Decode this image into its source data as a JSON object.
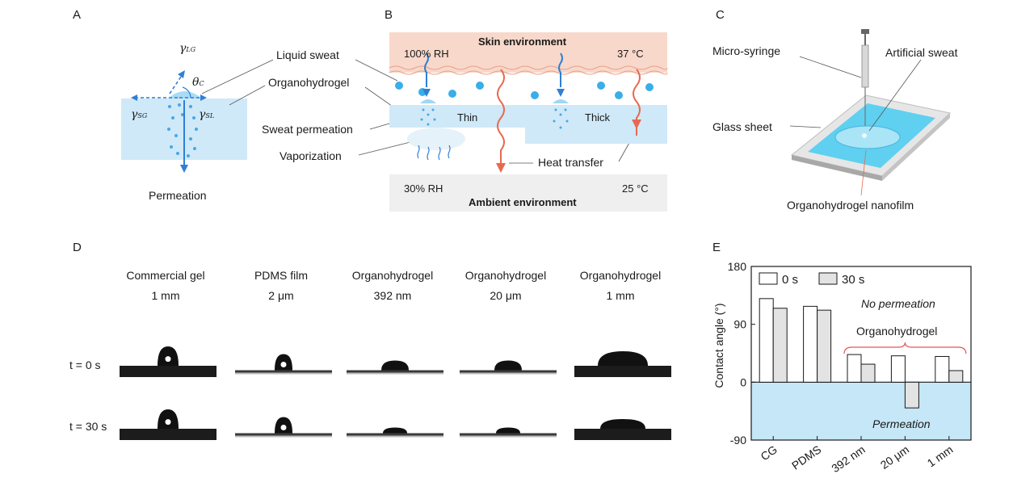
{
  "panels": {
    "A": "A",
    "B": "B",
    "C": "C",
    "D": "D",
    "E": "E"
  },
  "panel_a": {
    "gamma_lg": "γ",
    "gamma_lg_sub": "LG",
    "theta": "θ",
    "theta_sub": "C",
    "gamma_sg": "γ",
    "gamma_sg_sub": "SG",
    "gamma_sl": "γ",
    "gamma_sl_sub": "SL",
    "permeation": "Permeation"
  },
  "callouts": {
    "liquid_sweat": "Liquid sweat",
    "organohydrogel": "Organohydrogel",
    "sweat_permeation": "Sweat permeation",
    "vaporization": "Vaporization",
    "heat_transfer": "Heat transfer"
  },
  "panel_b": {
    "skin_environment": "Skin environment",
    "skin_rh": "100% RH",
    "skin_temp": "37 °C",
    "thin": "Thin",
    "thick": "Thick",
    "ambient_rh": "30% RH",
    "ambient_temp": "25 °C",
    "ambient_environment": "Ambient environment",
    "colors": {
      "skin": "#f7d6c8",
      "film": "#cfe9f8",
      "ambient": "#efefef",
      "arrow_blue": "#2f7fd6",
      "arrow_red": "#e8694f",
      "droplet": "#3aaee8"
    }
  },
  "panel_c": {
    "micro_syringe": "Micro-syringe",
    "artificial_sweat": "Artificial sweat",
    "glass_sheet": "Glass sheet",
    "nanofilm": "Organohydrogel nanofilm"
  },
  "panel_d": {
    "columns": [
      {
        "line1": "Commercial gel",
        "line2": "1 mm"
      },
      {
        "line1": "PDMS film",
        "line2": "2 μm"
      },
      {
        "line1": "Organohydrogel",
        "line2": "392 nm"
      },
      {
        "line1": "Organohydrogel",
        "line2": "20 μm"
      },
      {
        "line1": "Organohydrogel",
        "line2": "1 mm"
      }
    ],
    "rows": [
      "t = 0 s",
      "t = 30 s"
    ]
  },
  "chart_data": {
    "type": "bar",
    "categories": [
      "CG",
      "PDMS",
      "392 nm",
      "20 μm",
      "1 mm"
    ],
    "series": [
      {
        "name": "0 s",
        "values": [
          130,
          118,
          43,
          41,
          40
        ]
      },
      {
        "name": "30 s",
        "values": [
          115,
          112,
          28,
          -40,
          18
        ]
      }
    ],
    "series_b_second_pattern": "as printed",
    "ylabel": "Contact angle (°)",
    "ylim": [
      -90,
      180
    ],
    "yticks": [
      "180",
      "90",
      "0",
      "-90"
    ],
    "legend_placement": "top-left",
    "annotations": {
      "no_permeation": "No permeation",
      "organohydrogel": "Organohydrogel",
      "permeation": "Permeation"
    },
    "colors": {
      "s0": "#ffffff",
      "s30": "#e3e3e3",
      "permeation_region": "#c5e7f7",
      "brace": "#e2555a"
    }
  }
}
